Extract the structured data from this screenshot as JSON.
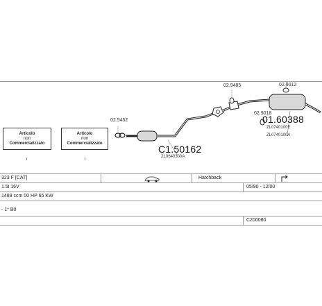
{
  "boxes": [
    {
      "title": "Articolo",
      "line2": "non",
      "line3": "Commercializzato"
    },
    {
      "title": "Articolo",
      "line2": "non",
      "line3": "Commercializzato"
    }
  ],
  "parts": {
    "front_pipe_code": "C1.50162",
    "front_pipe_ref": "ZL0640300A",
    "rear_silencer_code": "01.60388",
    "rear_silencer_ref1": "ZL0740100E",
    "rear_silencer_ref2": "ZL0740100A",
    "small_part_a": "02.5452",
    "small_part_b": "02.9485",
    "small_part_c": "02.9012",
    "small_part_d": "02.9018"
  },
  "info": {
    "model": "323 F  [CAT]",
    "body_type": "Hatchback",
    "engine": "1.5i 16V",
    "years": "05/90 - 12/00",
    "displacement": "1489 ccm 00 HP 65 KW",
    "row4": "- 1* B0",
    "code": "C200080"
  },
  "icons": {
    "car": "car-icon",
    "steering": "steering-icon"
  }
}
